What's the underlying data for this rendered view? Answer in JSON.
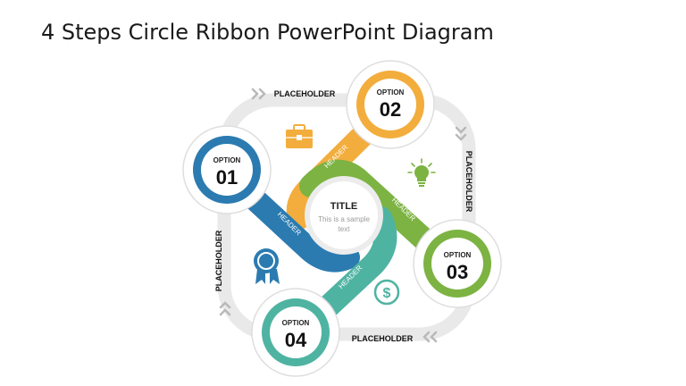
{
  "title": "4 Steps Circle Ribbon PowerPoint Diagram",
  "center": {
    "title": "TITLE",
    "subtitle_line1": "This is a sample",
    "subtitle_line2": "text"
  },
  "placeholders": {
    "top": "PLACEHOLDER",
    "right": "PLACEHOLDER",
    "bottom": "PLACEHOLDER",
    "left": "PLACEHOLDER"
  },
  "steps": [
    {
      "option": "OPTION",
      "number": "01",
      "header": "HEADER",
      "color": "#2b7bb1"
    },
    {
      "option": "OPTION",
      "number": "02",
      "header": "HEADER",
      "color": "#f2ad3c"
    },
    {
      "option": "OPTION",
      "number": "03",
      "header": "HEADER",
      "color": "#7cb342"
    },
    {
      "option": "OPTION",
      "number": "04",
      "header": "HEADER",
      "color": "#4fb3a2"
    }
  ],
  "icons": [
    "briefcase-icon",
    "lightbulb-icon",
    "award-ribbon-icon",
    "dollar-icon"
  ]
}
